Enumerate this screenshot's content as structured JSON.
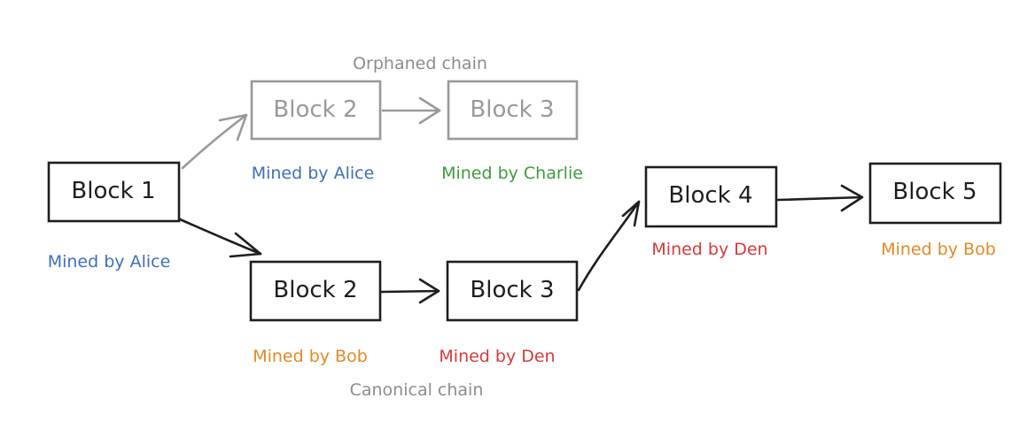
{
  "colors": {
    "canonical": "#1e1e1e",
    "orphaned": "#999999",
    "alice": "#3f6fb5",
    "bob": "#e08a28",
    "charlie": "#3f9a3f",
    "den": "#d23c3c",
    "chain_label": "#8c8c8c"
  },
  "labels": {
    "orphaned_chain": "Orphaned chain",
    "canonical_chain": "Canonical chain"
  },
  "blocks": {
    "block1": {
      "label": "Block 1",
      "miner": "Mined by Alice"
    },
    "orphan_block2": {
      "label": "Block 2",
      "miner": "Mined by Alice"
    },
    "orphan_block3": {
      "label": "Block 3",
      "miner": "Mined by Charlie"
    },
    "canon_block2": {
      "label": "Block 2",
      "miner": "Mined by Bob"
    },
    "canon_block3": {
      "label": "Block 3",
      "miner": "Mined by Den"
    },
    "block4": {
      "label": "Block 4",
      "miner": "Mined by Den"
    },
    "block5": {
      "label": "Block 5",
      "miner": "Mined by Bob"
    }
  }
}
